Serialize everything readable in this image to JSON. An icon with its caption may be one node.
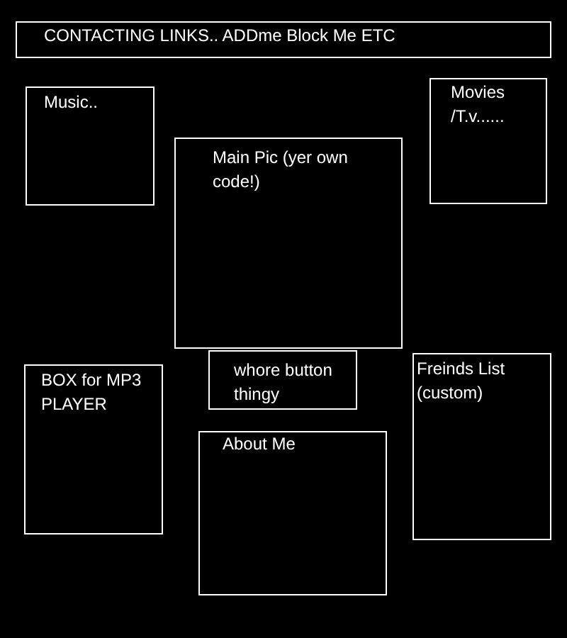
{
  "diagram": {
    "nodes": [
      {
        "text": [
          "CONTACTING LINKS.. ADDme Block Me ETC"
        ]
      },
      {
        "text": [
          "Music.."
        ]
      },
      {
        "text": [
          "Movies /T.v......"
        ]
      },
      {
        "text": [
          "Main Pic (yer own code!)"
        ]
      },
      {
        "text": [
          "whore button thingy"
        ]
      },
      {
        "text": [
          "Freinds List (custom)"
        ]
      },
      {
        "text": [
          "BOX for MP3 PLAYER"
        ]
      },
      {
        "text": [
          "About Me"
        ]
      }
    ]
  }
}
